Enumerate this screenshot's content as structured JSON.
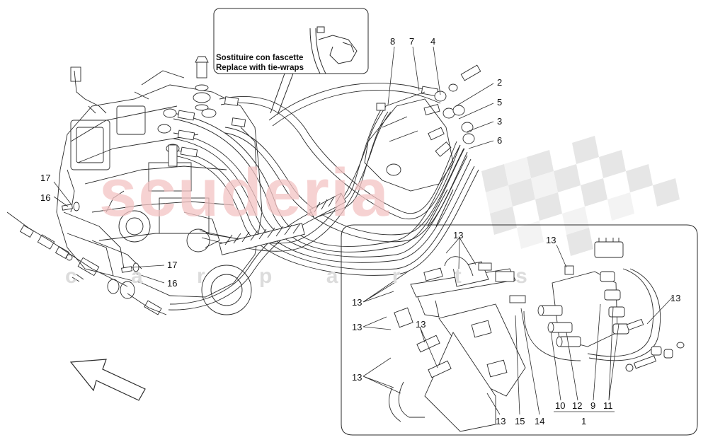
{
  "watermark": {
    "brand": "scuderia",
    "sub": "c a r p a r t s"
  },
  "inset_note": {
    "line1": "Sostituire con fascette",
    "line2": "Replace with tie-wraps"
  },
  "callouts": {
    "c8": "8",
    "c7": "7",
    "c4": "4",
    "c2": "2",
    "c5": "5",
    "c3": "3",
    "c6": "6",
    "c17a": "17",
    "c16a": "16",
    "c17b": "17",
    "c16b": "16",
    "c13_top_mid": "13",
    "c13_top_right": "13",
    "c13_right": "13",
    "c13_left_1": "13",
    "c13_left_2": "13",
    "c13_mid": "13",
    "c13_left_3": "13",
    "c13_bottom": "13",
    "c15": "15",
    "c14": "14",
    "c10": "10",
    "c12": "12",
    "c9": "9",
    "c11": "11",
    "c1": "1"
  },
  "colors": {
    "line": "#2b2b2b",
    "watermark_red": "#e8a3a3",
    "checker": "#e4e4e4",
    "hose_fill": "#ffffff"
  }
}
